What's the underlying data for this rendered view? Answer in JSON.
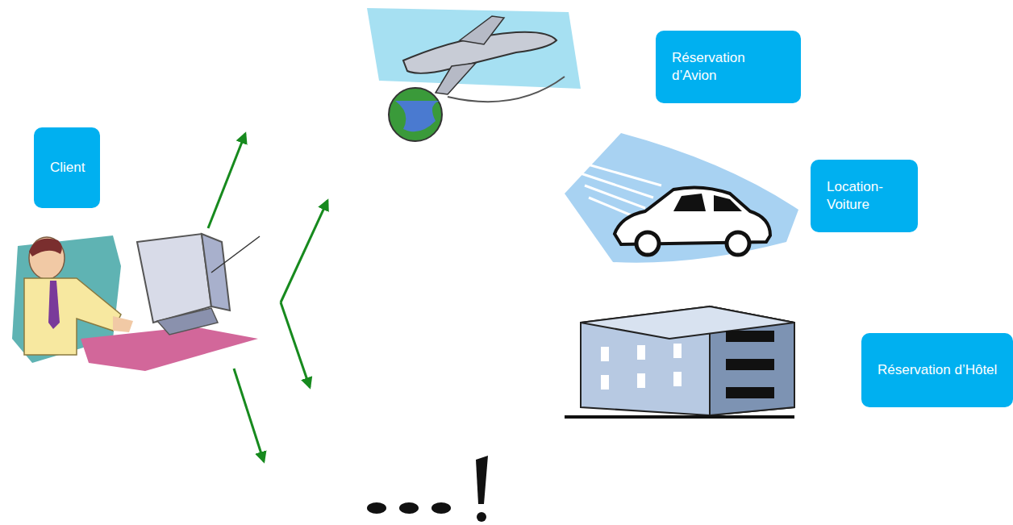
{
  "diagram": {
    "nodes": [
      {
        "text": [
          "Client"
        ]
      },
      {
        "text": [
          "Réservation d’Avion"
        ]
      },
      {
        "text": [
          "Location- Voiture"
        ]
      },
      {
        "text": [
          "Réservation d’Hôtel"
        ]
      }
    ]
  }
}
